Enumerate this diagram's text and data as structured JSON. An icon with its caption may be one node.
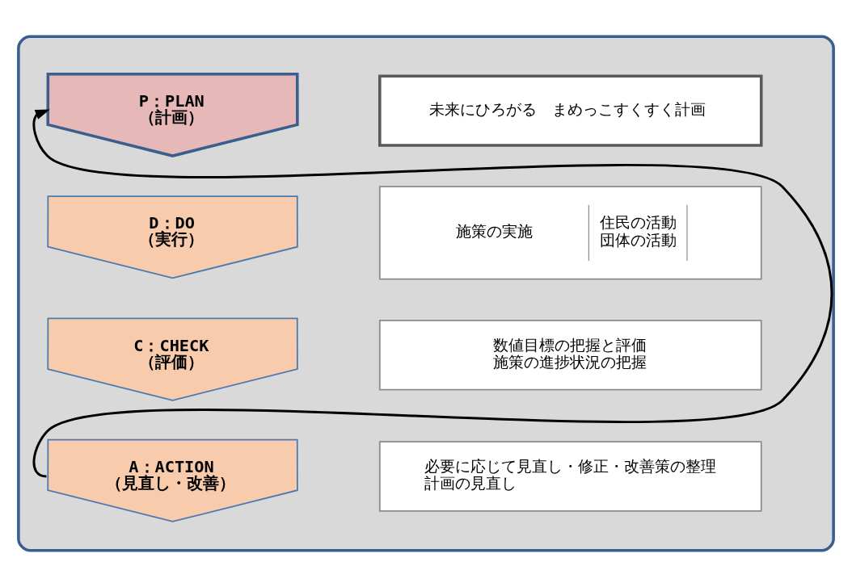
{
  "diagram": {
    "nodes": [
      {
        "text": [],
        "shape": "box"
      },
      {
        "text": [
          "P：PLAN",
          "（計画）"
        ],
        "in": 0
      },
      {
        "text": [
          "未来にひろがる　まめっこすくすく計画"
        ],
        "in": 0
      },
      {
        "text": [
          "D：DO",
          "（実行）"
        ],
        "in": 0
      },
      {
        "text": [
          "施策の実施",
          "住民の活動",
          "団体の活動"
        ],
        "in": 0
      },
      {
        "text": [
          "C：CHECK",
          "（評価）"
        ],
        "in": 0
      },
      {
        "text": [
          "数値目標の把握と評価",
          "施策の進捗状況の把握"
        ],
        "in": 0
      },
      {
        "text": [
          "A：ACTION",
          "（見直し・改善）"
        ],
        "in": 0
      },
      {
        "text": [
          "必要に応じて見直し・修正・改善策の整理",
          "計画の見直し"
        ],
        "in": 0
      }
    ],
    "edges": [
      {
        "from": 7,
        "to": 1,
        "arrow": "to"
      }
    ]
  }
}
